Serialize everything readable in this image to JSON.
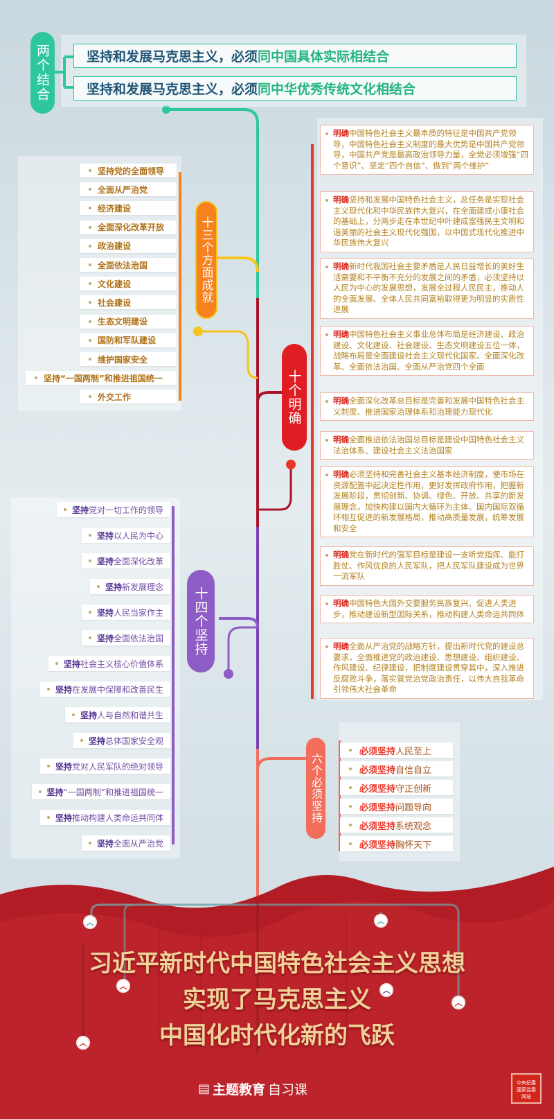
{
  "two_combinations": {
    "badge": "两个结合",
    "items": [
      {
        "prefix": "坚持和发展马克思主义，必须",
        "highlight": "同中国具体实际相结合"
      },
      {
        "prefix": "坚持和发展马克思主义，必须",
        "highlight": "同中华优秀传统文化相结合"
      }
    ]
  },
  "thirteen_achievements": {
    "badge": "十三个方面成就",
    "items": [
      "坚持党的全面领导",
      "全面从严治党",
      "经济建设",
      "全面深化改革开放",
      "政治建设",
      "全面依法治国",
      "文化建设",
      "社会建设",
      "生态文明建设",
      "国防和军队建设",
      "维护国家安全",
      "坚持“一国两制”和推进祖国统一",
      "外交工作"
    ]
  },
  "ten_clarifications": {
    "badge": "十个明确",
    "keyword": "明确",
    "items": [
      "中国特色社会主义最本质的特征是中国共产党领导，中国特色社会主义制度的最大优势是中国共产党领导，中国共产党是最高政治领导力量，全党必须增强“四个意识”、坚定“四个自信”、做到“两个维护”",
      "坚持和发展中国特色社会主义，总任务是实现社会主义现代化和中华民族伟大复兴，在全面建成小康社会的基础上，分两步走在本世纪中叶建成富强民主文明和谐美丽的社会主义现代化强国，以中国式现代化推进中华民族伟大复兴",
      "新时代我国社会主要矛盾是人民日益增长的美好生活需要和不平衡不充分的发展之间的矛盾，必须坚持以人民为中心的发展思想，发展全过程人民民主，推动人的全面发展、全体人民共同富裕取得更为明显的实质性进展",
      "中国特色社会主义事业总体布局是经济建设、政治建设、文化建设、社会建设、生态文明建设五位一体，战略布局是全面建设社会主义现代化国家、全面深化改革、全面依法治国、全面从严治党四个全面",
      "全面深化改革总目标是完善和发展中国特色社会主义制度、推进国家治理体系和治理能力现代化",
      "全面推进依法治国总目标是建设中国特色社会主义法治体系、建设社会主义法治国家",
      "必须坚持和完善社会主义基本经济制度，使市场在资源配置中起决定性作用，更好发挥政府作用，把握新发展阶段，贯彻创新、协调、绿色、开放、共享的新发展理念，加快构建以国内大循环为主体、国内国际双循环相互促进的新发展格局，推动高质量发展，统筹发展和安全",
      "党在新时代的强军目标是建设一支听党指挥、能打胜仗、作风优良的人民军队，把人民军队建设成为世界一流军队",
      "中国特色大国外交要服务民族复兴、促进人类进步，推动建设新型国际关系，推动构建人类命运共同体",
      "全面从严治党的战略方针，提出新时代党的建设总要求，全面推进党的政治建设、思想建设、组织建设、作风建设、纪律建设，把制度建设贯穿其中，深入推进反腐败斗争，落实管党治党政治责任，以伟大自我革命引领伟大社会革命"
    ]
  },
  "fourteen_adheres": {
    "badge": "十四个坚持",
    "keyword": "坚持",
    "items": [
      "党对一切工作的领导",
      "以人民为中心",
      "全面深化改革",
      "新发展理念",
      "人民当家作主",
      "全面依法治国",
      "社会主义核心价值体系",
      "在发展中保障和改善民生",
      "人与自然和谐共生",
      "总体国家安全观",
      "党对人民军队的绝对领导",
      "“一国两制”和推进祖国统一",
      "推动构建人类命运共同体",
      "全面从严治党"
    ]
  },
  "six_musts": {
    "badge": "六个必须坚持",
    "keyword": "必须坚持",
    "items": [
      "人民至上",
      "自信自立",
      "守正创新",
      "问题导向",
      "系统观念",
      "胸怀天下"
    ]
  },
  "footer": {
    "title_lines": [
      "习近平新时代中国特色社会主义思想",
      "实现了马克思主义",
      "中国化时代化新的飞跃"
    ],
    "logo_bold": "主题教育",
    "logo_rest": "自习课",
    "seal_lines": [
      "中央纪委",
      "国家监委",
      "网站"
    ]
  },
  "colors": {
    "green": "#2ec79d",
    "orange": "#f5811f",
    "red": "#e8362a",
    "purple": "#8d5cc4",
    "salmon": "#f26d5b",
    "dark_red": "#a81620"
  }
}
